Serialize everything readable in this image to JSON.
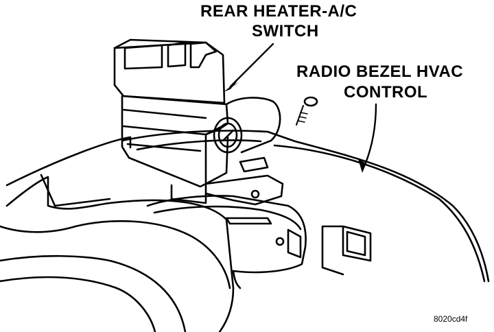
{
  "labels": {
    "rear_switch_line1": "REAR HEATER-A/C",
    "rear_switch_line2": "SWITCH",
    "bezel_line1": "RADIO BEZEL HVAC",
    "bezel_line2": "CONTROL"
  },
  "figure_id": "8020cd4f",
  "colors": {
    "ink": "#000000",
    "fill": "#ffffff",
    "shade": "#dddddd"
  }
}
